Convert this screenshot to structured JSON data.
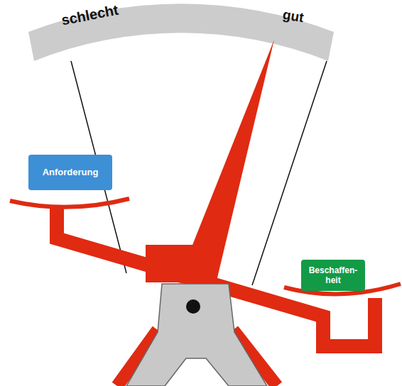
{
  "diagram": {
    "nodes": [
      {
        "text": [
          "Anforderung"
        ]
      },
      {
        "text": [
          "Beschaffen- heit"
        ]
      }
    ],
    "labels": [
      "schlecht",
      "gut"
    ]
  }
}
